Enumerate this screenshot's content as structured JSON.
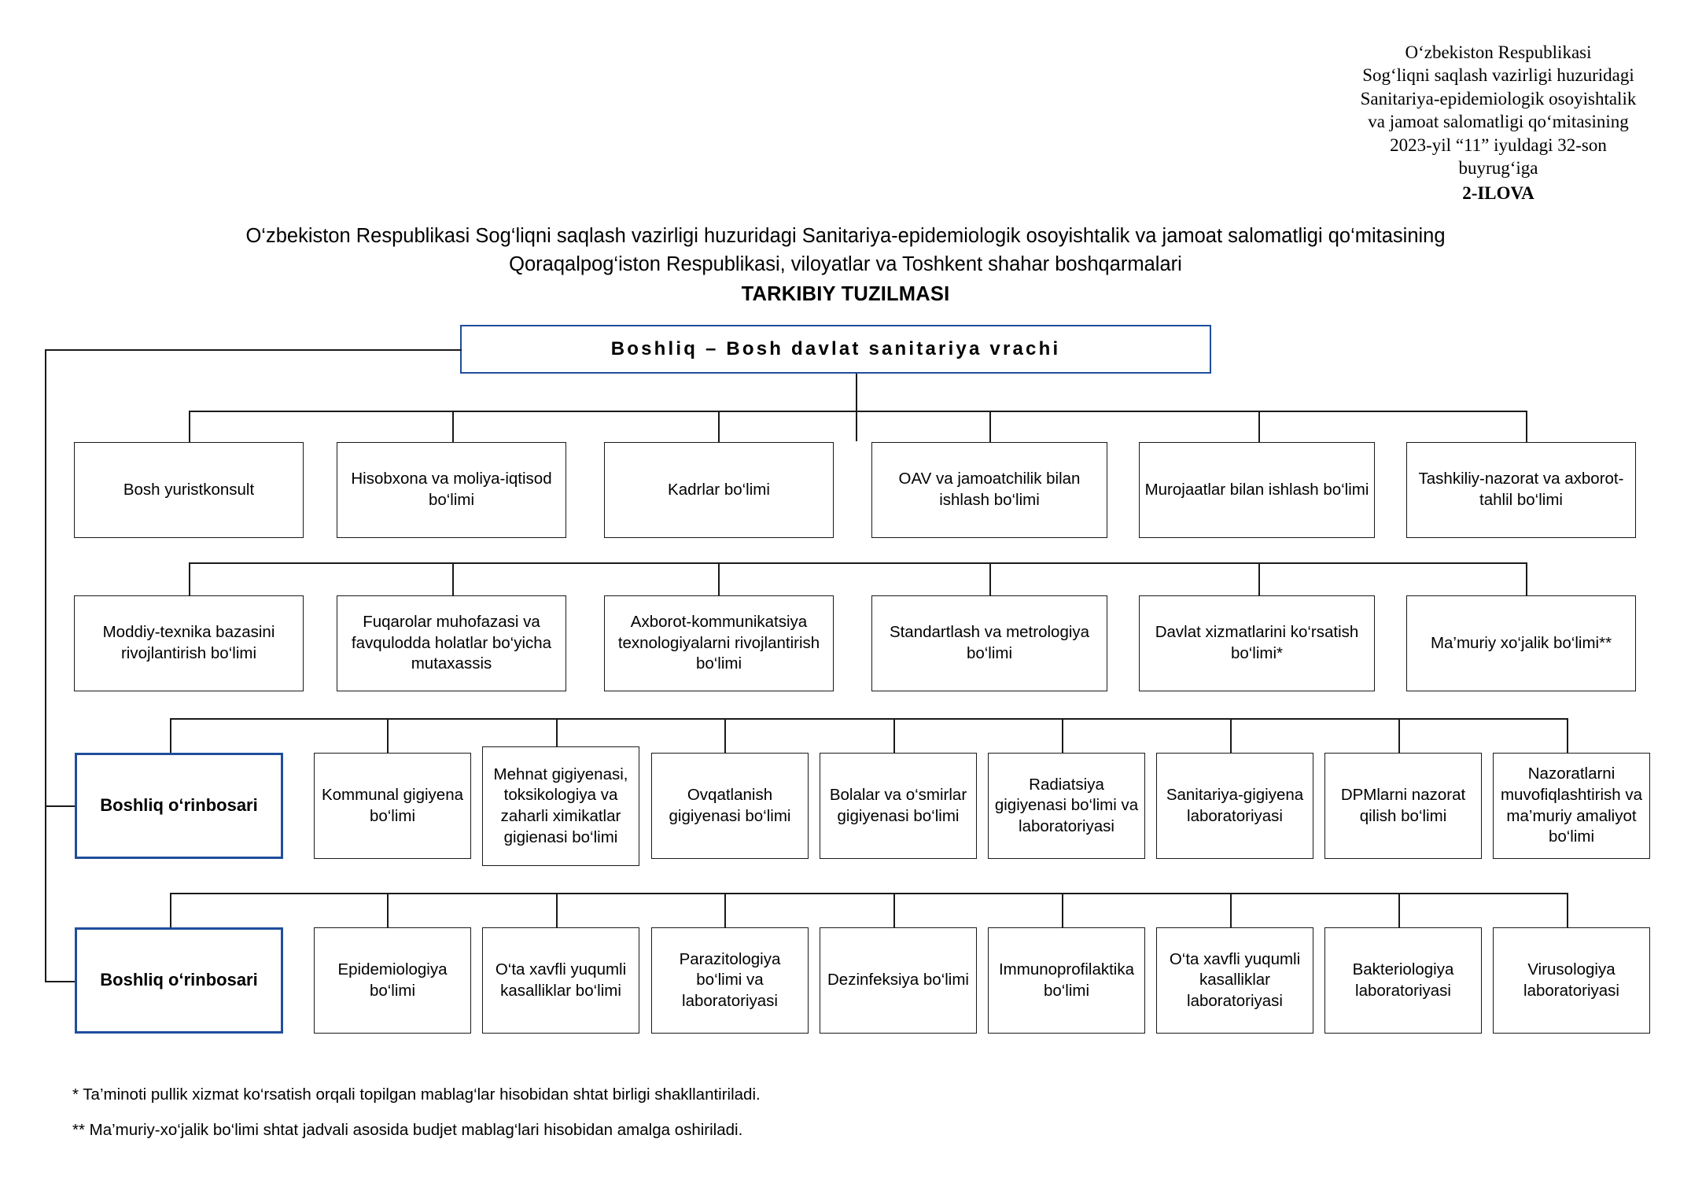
{
  "document_reference": {
    "lines": [
      "O‘zbekiston Respublikasi",
      "Sog‘liqni saqlash vazirligi huzuridagi",
      "Sanitariya-epidemiologik osoyishtalik",
      "va jamoat salomatligi qo‘mitasining",
      "2023-yil “11” iyuldagi 32-son",
      "buyrug‘iga"
    ],
    "annex_label": "2-ILOVA"
  },
  "title": {
    "line1": "O‘zbekiston Respublikasi Sog‘liqni saqlash vazirligi huzuridagi Sanitariya-epidemiologik osoyishtalik va jamoat salomatligi qo‘mitasining",
    "line2": "Qoraqalpog‘iston Respublikasi, viloyatlar va Toshkent shahar boshqarmalari",
    "line3": "TARKIBIY TUZILMASI"
  },
  "colors": {
    "accent_blue": "#1F4E9C",
    "line_black": "#1a1a1a",
    "background": "#ffffff"
  },
  "chart_data": {
    "type": "org-chart",
    "root": "Boshliq – Bosh davlat sanitariya vrachi",
    "levels": 5
  },
  "head_node": {
    "label": "Boshliq – Bosh davlat sanitariya vrachi"
  },
  "row1": {
    "items": [
      {
        "label": "Bosh yuristkonsult"
      },
      {
        "label": "Hisobxona va moliya-iqtisod bo‘limi"
      },
      {
        "label": "Kadrlar bo‘limi"
      },
      {
        "label": "OAV va jamoatchilik bilan ishlash bo‘limi"
      },
      {
        "label": "Murojaatlar bilan ishlash bo‘limi"
      },
      {
        "label": "Tashkiliy-nazorat va axborot-tahlil bo‘limi"
      }
    ]
  },
  "row2": {
    "items": [
      {
        "label": "Moddiy-texnika bazasini rivojlantirish bo‘limi"
      },
      {
        "label": "Fuqarolar muhofazasi va favqulodda  holatlar bo‘yicha mutaxassis"
      },
      {
        "label": "Axborot-kommunikatsiya texnologiyalarni rivojlantirish bo‘limi"
      },
      {
        "label": "Standartlash va metrologiya bo‘limi"
      },
      {
        "label": "Davlat xizmatlarini ko‘rsatish bo‘limi*"
      },
      {
        "label": "Ma’muriy xo‘jalik bo‘limi**"
      }
    ]
  },
  "row3": {
    "deputy": {
      "label": "Boshliq o‘rinbosari"
    },
    "items": [
      {
        "label": "Kommunal gigiyena bo‘limi"
      },
      {
        "label": "Mehnat gigiyenasi, toksikologiya va zaharli ximikatlar gigienasi bo‘limi"
      },
      {
        "label": "Ovqatlanish gigiyenasi bo‘limi"
      },
      {
        "label": "Bolalar va o‘smirlar gigiyenasi bo‘limi"
      },
      {
        "label": "Radiatsiya gigiyenasi bo‘limi va laboratoriyasi"
      },
      {
        "label": "Sanitariya-gigiyena laboratoriyasi"
      },
      {
        "label": "DPMlarni nazorat qilish bo‘limi"
      },
      {
        "label": "Nazoratlarni muvofiqlashtirish va ma’muriy amaliyot bo‘limi"
      }
    ]
  },
  "row4": {
    "deputy": {
      "label": "Boshliq o‘rinbosari"
    },
    "items": [
      {
        "label": "Epidemiologiya bo‘limi"
      },
      {
        "label": "O‘ta xavfli yuqumli kasalliklar bo‘limi"
      },
      {
        "label": "Parazitologiya bo‘limi va laboratoriyasi"
      },
      {
        "label": "Dezinfeksiya bo‘limi"
      },
      {
        "label": "Immunoprofilaktika bo‘limi"
      },
      {
        "label": "O‘ta xavfli yuqumli kasalliklar laboratoriyasi"
      },
      {
        "label": "Bakteriologiya laboratoriyasi"
      },
      {
        "label": "Virusologiya laboratoriyasi"
      }
    ]
  },
  "footnotes": {
    "one": "* Ta’minoti pullik xizmat ko‘rsatish orqali topilgan mablag‘lar hisobidan shtat birligi shakllantiriladi.",
    "two": "** Ma’muriy-xo‘jalik bo‘limi shtat jadvali asosida budjet mablag‘lari hisobidan amalga oshiriladi."
  }
}
